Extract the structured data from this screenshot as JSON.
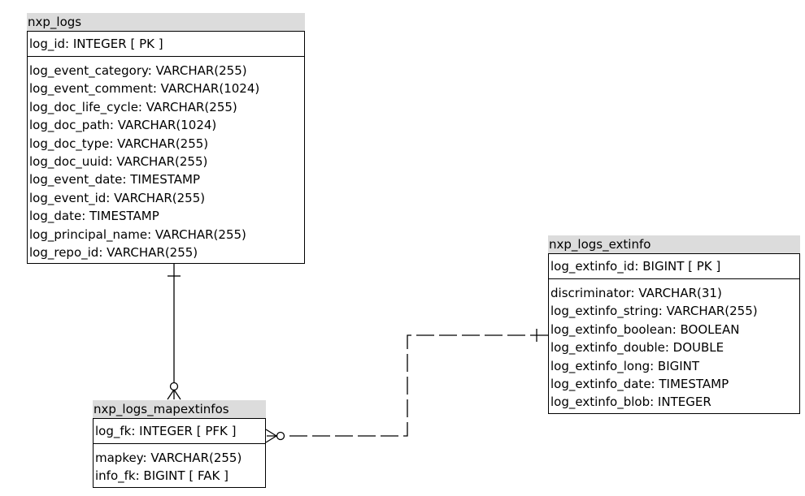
{
  "entities": {
    "nxp_logs": {
      "name": "nxp_logs",
      "pk": "log_id: INTEGER  [ PK ]",
      "attributes": [
        "log_event_category: VARCHAR(255)",
        "log_event_comment: VARCHAR(1024)",
        "log_doc_life_cycle: VARCHAR(255)",
        "log_doc_path: VARCHAR(1024)",
        "log_doc_type: VARCHAR(255)",
        "log_doc_uuid: VARCHAR(255)",
        "log_event_date: TIMESTAMP",
        "log_event_id: VARCHAR(255)",
        "log_date: TIMESTAMP",
        "log_principal_name: VARCHAR(255)",
        "log_repo_id: VARCHAR(255)"
      ]
    },
    "nxp_logs_extinfo": {
      "name": "nxp_logs_extinfo",
      "pk": "log_extinfo_id: BIGINT  [ PK ]",
      "attributes": [
        "discriminator: VARCHAR(31)",
        "log_extinfo_string: VARCHAR(255)",
        "log_extinfo_boolean: BOOLEAN",
        "log_extinfo_double: DOUBLE",
        "log_extinfo_long: BIGINT",
        "log_extinfo_date: TIMESTAMP",
        "log_extinfo_blob: INTEGER"
      ]
    },
    "nxp_logs_mapextinfos": {
      "name": "nxp_logs_mapextinfos",
      "pk": "log_fk: INTEGER  [ PFK ]",
      "attributes": [
        "mapkey: VARCHAR(255)",
        "info_fk: BIGINT  [ FAK ]"
      ]
    }
  }
}
